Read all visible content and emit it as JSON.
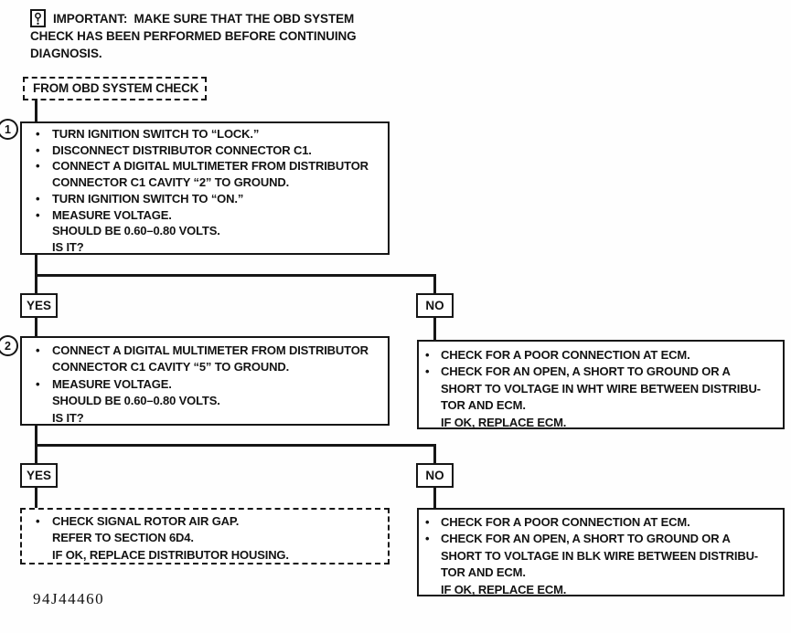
{
  "note": {
    "icon": "important-symbol",
    "lines": [
      "IMPORTANT:  MAKE SURE THAT THE OBD SYSTEM",
      "CHECK HAS BEEN PERFORMED BEFORE CONTINUING",
      "DIAGNOSIS."
    ]
  },
  "flow": {
    "start": {
      "label": "FROM OBD SYSTEM CHECK"
    },
    "step1": {
      "number": "1",
      "lines": [
        {
          "bullet": true,
          "text": "TURN IGNITION SWITCH TO “LOCK.”"
        },
        {
          "bullet": true,
          "text": "DISCONNECT DISTRIBUTOR CONNECTOR C1."
        },
        {
          "bullet": true,
          "text": "CONNECT A DIGITAL MULTIMETER FROM DISTRIBUTOR"
        },
        {
          "bullet": false,
          "text": "CONNECTOR C1 CAVITY “2” TO GROUND."
        },
        {
          "bullet": true,
          "text": "TURN IGNITION SWITCH TO “ON.”"
        },
        {
          "bullet": true,
          "text": "MEASURE VOLTAGE."
        },
        {
          "bullet": false,
          "text": "SHOULD BE 0.60–0.80 VOLTS."
        },
        {
          "bullet": false,
          "text": "IS IT?"
        }
      ],
      "yes_label": "YES",
      "no_label": "NO"
    },
    "step2": {
      "number": "2",
      "lines": [
        {
          "bullet": true,
          "text": "CONNECT A DIGITAL MULTIMETER FROM DISTRIBUTOR"
        },
        {
          "bullet": false,
          "text": "CONNECTOR C1 CAVITY “5” TO GROUND."
        },
        {
          "bullet": true,
          "text": "MEASURE VOLTAGE."
        },
        {
          "bullet": false,
          "text": "SHOULD BE 0.60–0.80 VOLTS."
        },
        {
          "bullet": false,
          "text": "IS IT?"
        }
      ],
      "yes_label": "YES",
      "no_label": "NO"
    },
    "no1_action": {
      "lines": [
        {
          "bullet": true,
          "text": "CHECK FOR A POOR CONNECTION AT ECM."
        },
        {
          "bullet": true,
          "text": "CHECK FOR AN OPEN, A SHORT TO GROUND OR A"
        },
        {
          "bullet": false,
          "text": "SHORT TO VOLTAGE IN WHT WIRE BETWEEN DISTRIBU-"
        },
        {
          "bullet": false,
          "text": "TOR AND ECM."
        },
        {
          "bullet": false,
          "text": "IF OK, REPLACE ECM."
        }
      ]
    },
    "yes2_action": {
      "lines": [
        {
          "bullet": true,
          "text": "CHECK SIGNAL ROTOR AIR GAP."
        },
        {
          "bullet": false,
          "text": "REFER TO SECTION 6D4."
        },
        {
          "bullet": false,
          "text": "IF OK, REPLACE DISTRIBUTOR HOUSING."
        }
      ]
    },
    "no2_action": {
      "lines": [
        {
          "bullet": true,
          "text": "CHECK FOR A POOR CONNECTION AT ECM."
        },
        {
          "bullet": true,
          "text": "CHECK FOR AN OPEN, A SHORT TO GROUND OR A"
        },
        {
          "bullet": false,
          "text": "SHORT TO VOLTAGE IN BLK WIRE BETWEEN DISTRIBU-"
        },
        {
          "bullet": false,
          "text": "TOR AND ECM."
        },
        {
          "bullet": false,
          "text": "IF OK, REPLACE ECM."
        }
      ]
    }
  },
  "figure": {
    "code": "94J44460"
  },
  "colors": {
    "ink": "#161616",
    "paper": "#fefefe"
  }
}
